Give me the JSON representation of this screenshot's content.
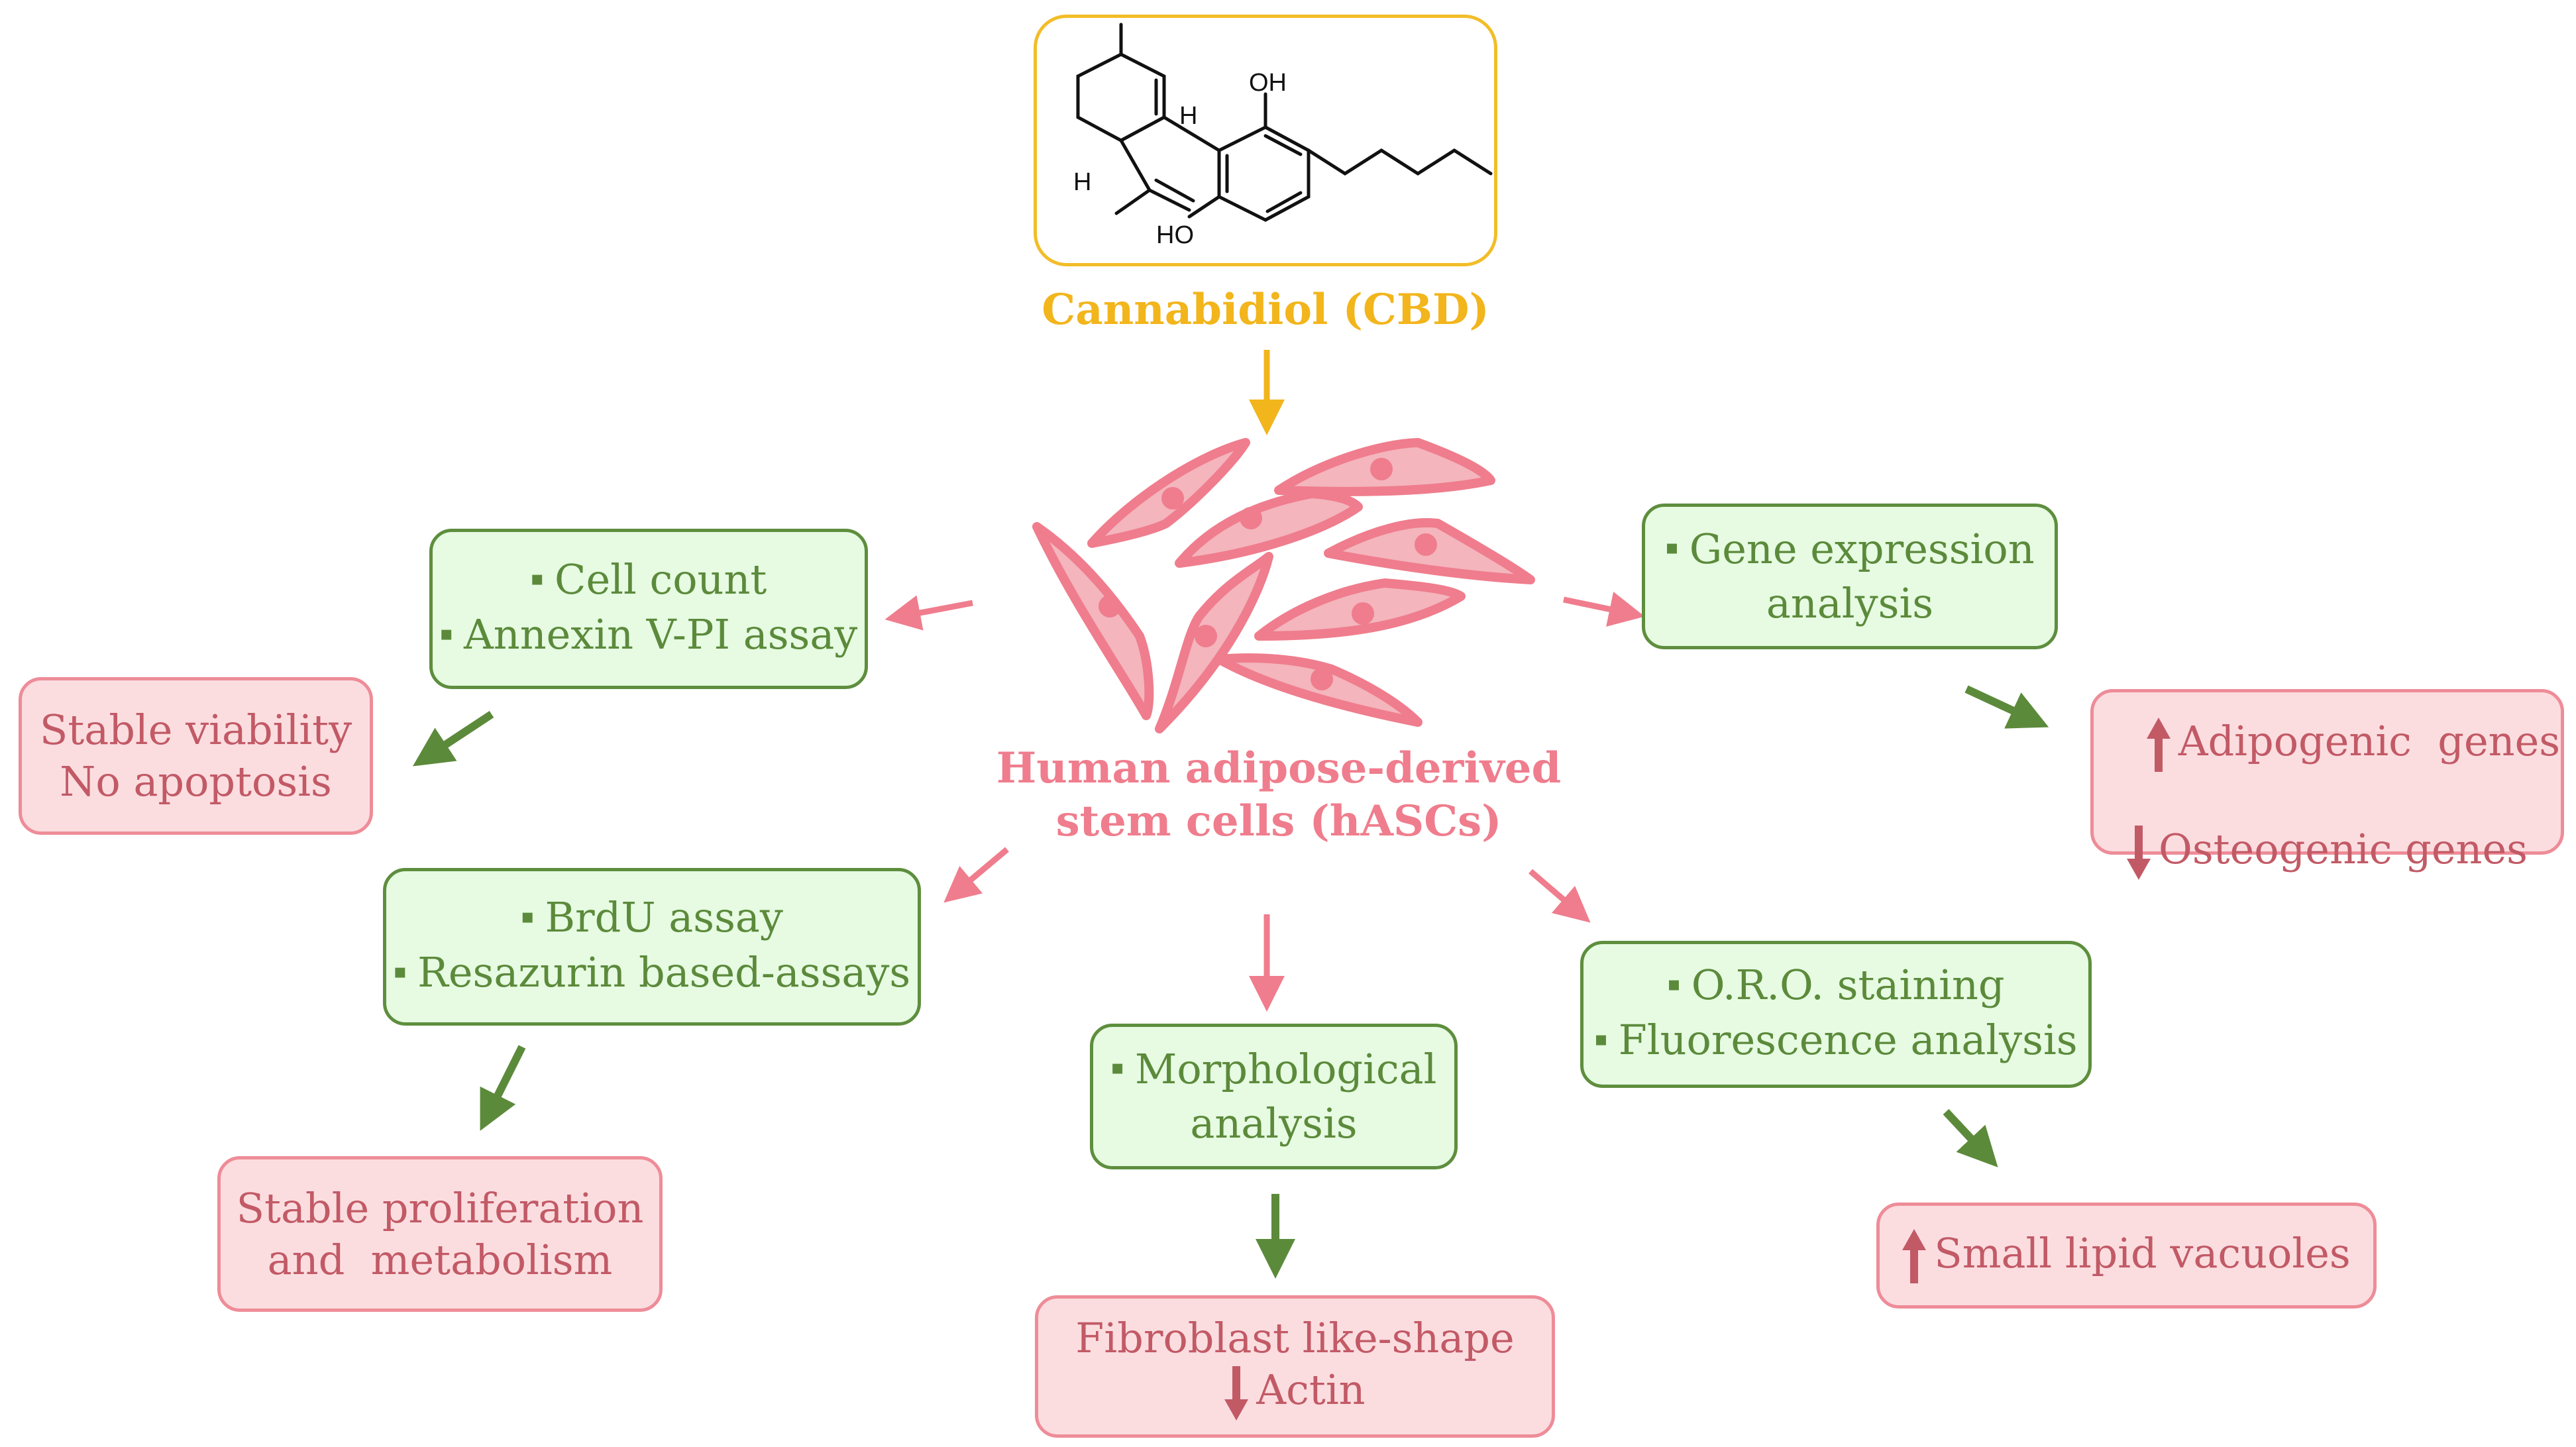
{
  "colors": {
    "gold": "#f2b51c",
    "pink": "#ef7d8d",
    "green": "#5c8a3b",
    "red_text": "#c25a66",
    "dark_arrow": "#c25a66"
  },
  "molecule": {
    "name": "Cannabidiol (CBD)",
    "atom_labels": {
      "oh_top": "OH",
      "oh_bottom": "HO",
      "h_upper": "H",
      "h_lower": "H"
    }
  },
  "cells_label": [
    "Human adipose-derived",
    "stem cells (hASCs)"
  ],
  "boxes": {
    "viability_assay": [
      "Cell count",
      "Annexin V-PI assay"
    ],
    "viability_result": [
      "Stable viability",
      "No apoptosis"
    ],
    "proliferation_assay": [
      "BrdU assay",
      "Resazurin based-assays"
    ],
    "proliferation_result": [
      "Stable proliferation",
      "and  metabolism"
    ],
    "morphology_assay": [
      "Morphological",
      "analysis"
    ],
    "morphology_result": [
      "Fibroblast like-shape",
      "Actin"
    ],
    "lipid_assay": [
      "O.R.O. staining",
      "Fluorescence analysis"
    ],
    "lipid_result": [
      "Small lipid vacuoles"
    ],
    "gene_assay": [
      "Gene expression",
      "analysis"
    ],
    "gene_result": [
      "Adipogenic  genes",
      "Osteogenic genes"
    ]
  },
  "bullet": "▪"
}
